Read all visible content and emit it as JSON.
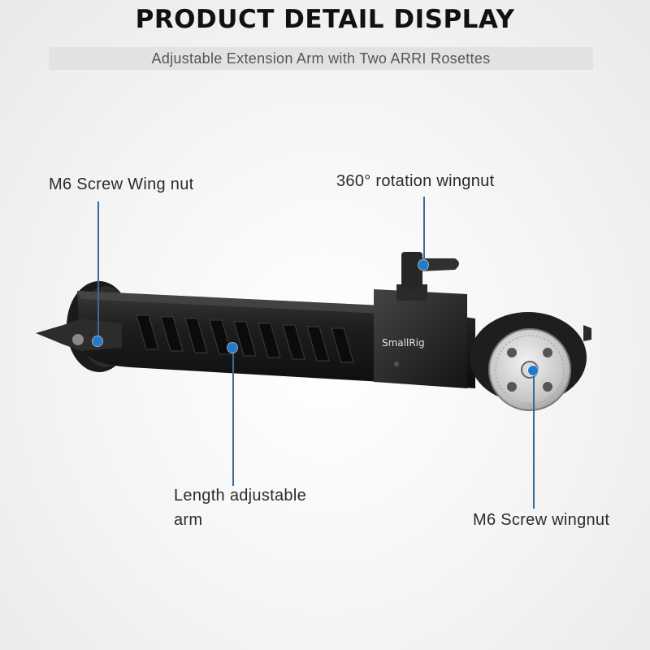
{
  "header": {
    "title": "PRODUCT DETAIL DISPLAY",
    "subtitle": "Adjustable Extension Arm with Two ARRI Rosettes"
  },
  "product": {
    "brand_marking": "SmallRig",
    "accent_color": "#1f7ad1",
    "body_color": "#1c1c1c",
    "rosette_color": "#c8c8c8"
  },
  "callouts": {
    "wing_nut_left": "M6 Screw Wing nut",
    "rotation_wingnut": "360° rotation wingnut",
    "length_arm_line1": "Length adjustable",
    "length_arm_line2": "arm",
    "wingnut_right": "M6 Screw wingnut"
  }
}
